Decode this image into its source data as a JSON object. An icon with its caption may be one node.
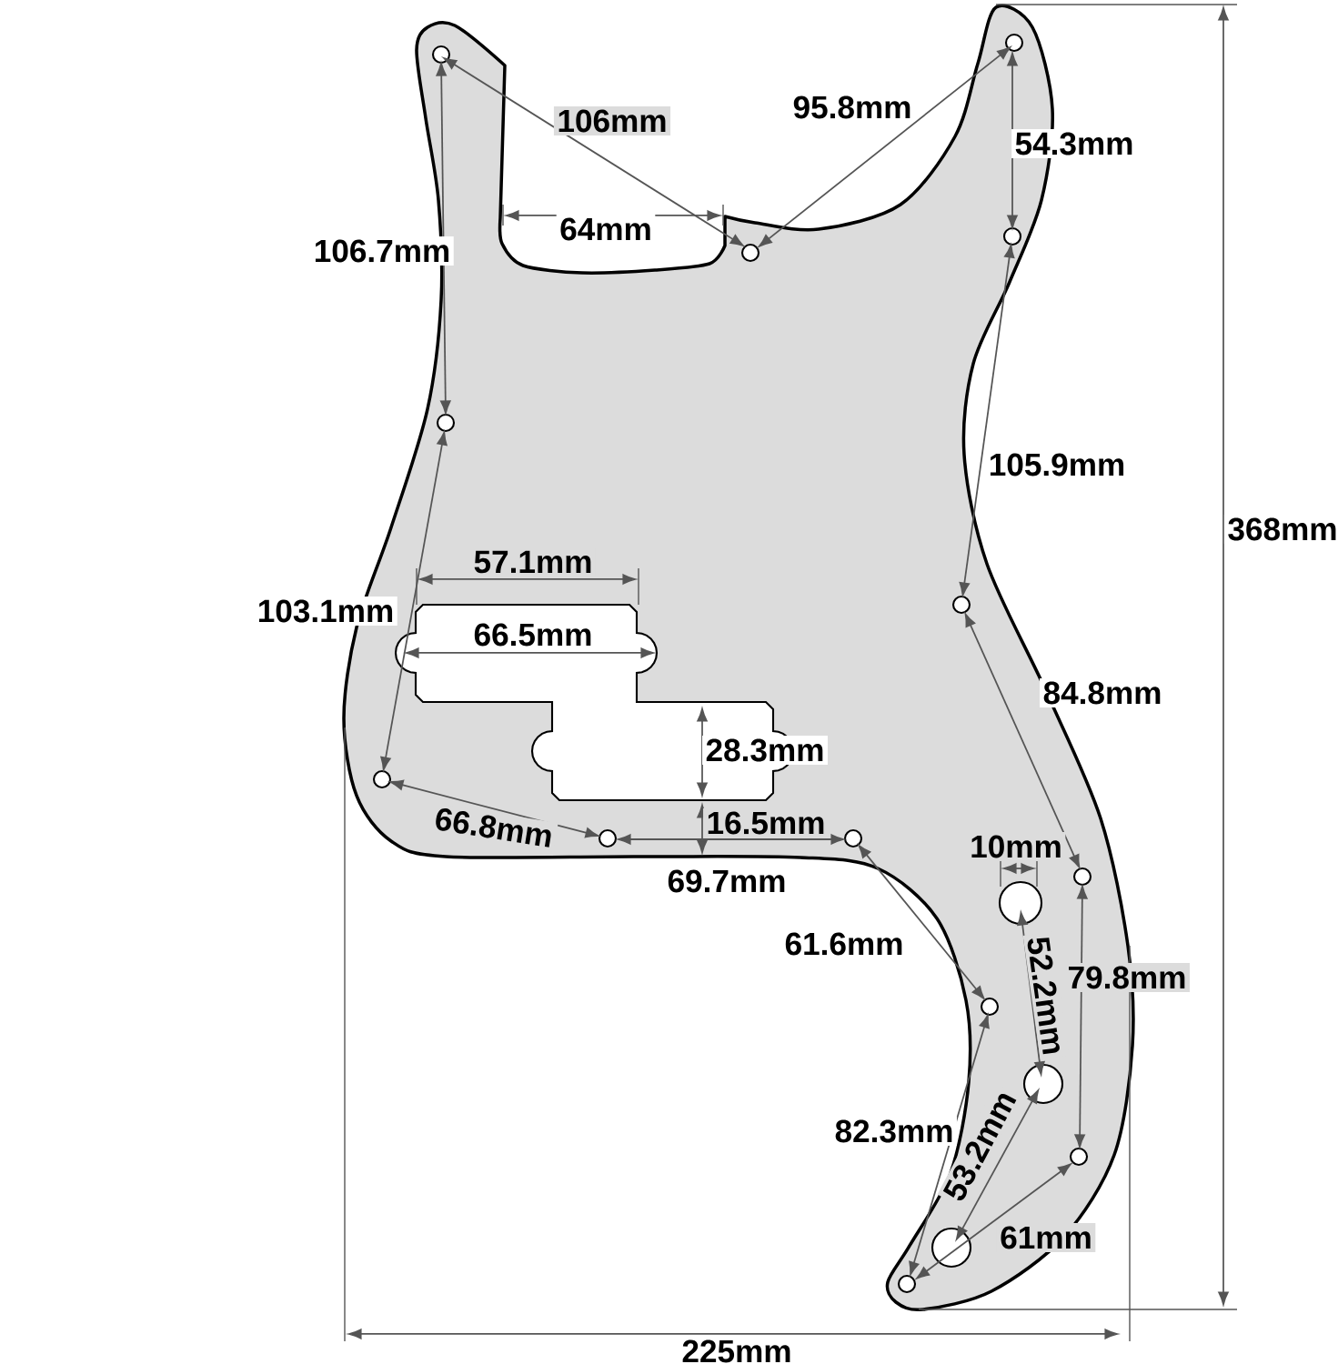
{
  "diagram": {
    "labels": [
      "106mm",
      "95.8mm",
      "54.3mm",
      "64mm",
      "106.7mm",
      "105.9mm",
      "368mm",
      "57.1mm",
      "103.1mm",
      "66.5mm",
      "84.8mm",
      "28.3mm",
      "16.5mm",
      "66.8mm",
      "10mm",
      "69.7mm",
      "61.6mm",
      "52.2mm",
      "79.8mm",
      "82.3mm",
      "53.2mm",
      "61mm",
      "225mm"
    ]
  }
}
